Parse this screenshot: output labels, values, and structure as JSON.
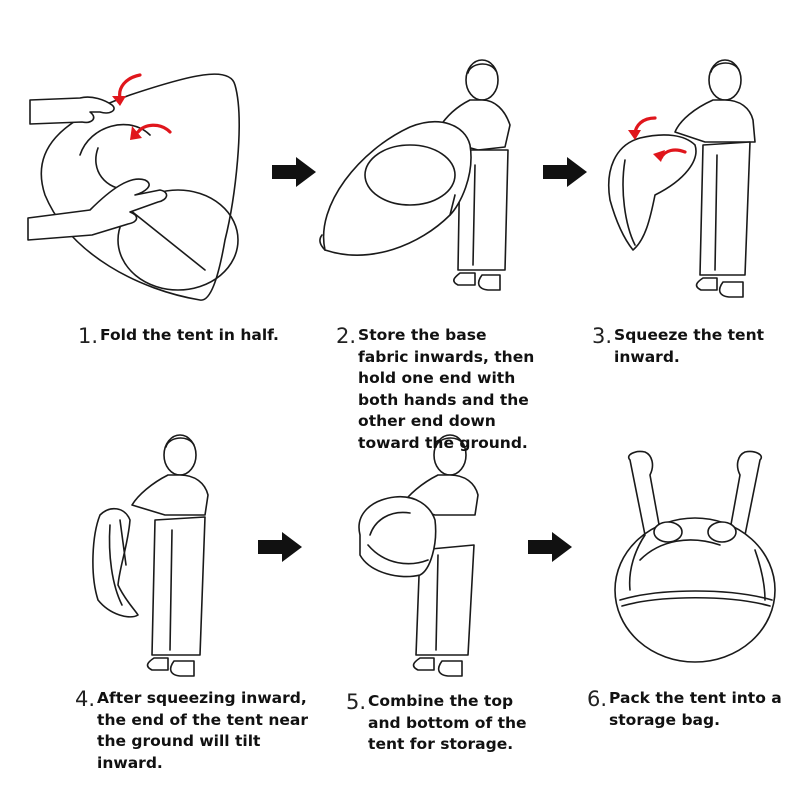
{
  "steps": [
    {
      "number": "1.",
      "text": "Fold the tent in half."
    },
    {
      "number": "2.",
      "text": "Store the base fabric inwards, then hold one end with both hands and the other end down toward the ground."
    },
    {
      "number": "3.",
      "text": "Squeeze the tent inward."
    },
    {
      "number": "4.",
      "text": "After squeezing inward, the end of the tent near the ground will tilt inward."
    },
    {
      "number": "5.",
      "text": "Combine the top and bottom of the tent for storage."
    },
    {
      "number": "6.",
      "text": "Pack the tent into a storage bag."
    }
  ],
  "icons": [
    "right-arrow-icon",
    "red-curved-arrow-icon"
  ],
  "colors": {
    "accent": "#e0161c",
    "line": "#1a1a1a",
    "background": "#ffffff"
  }
}
